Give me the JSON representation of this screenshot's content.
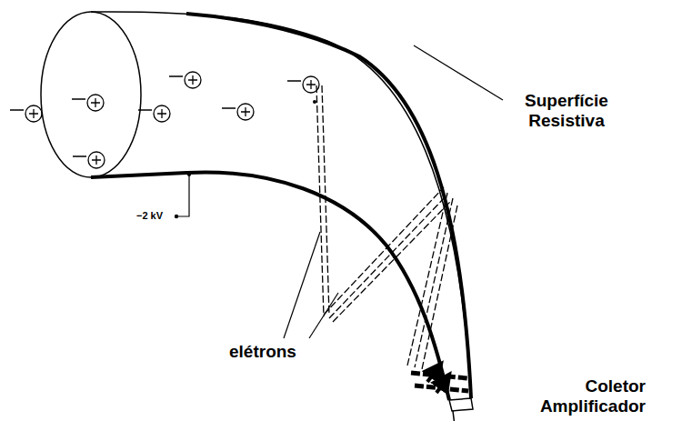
{
  "diagram": {
    "labels": [
      "Superfície Resistiva",
      "elétrons",
      "−2 kV",
      "Coletor Amplificador"
    ]
  }
}
